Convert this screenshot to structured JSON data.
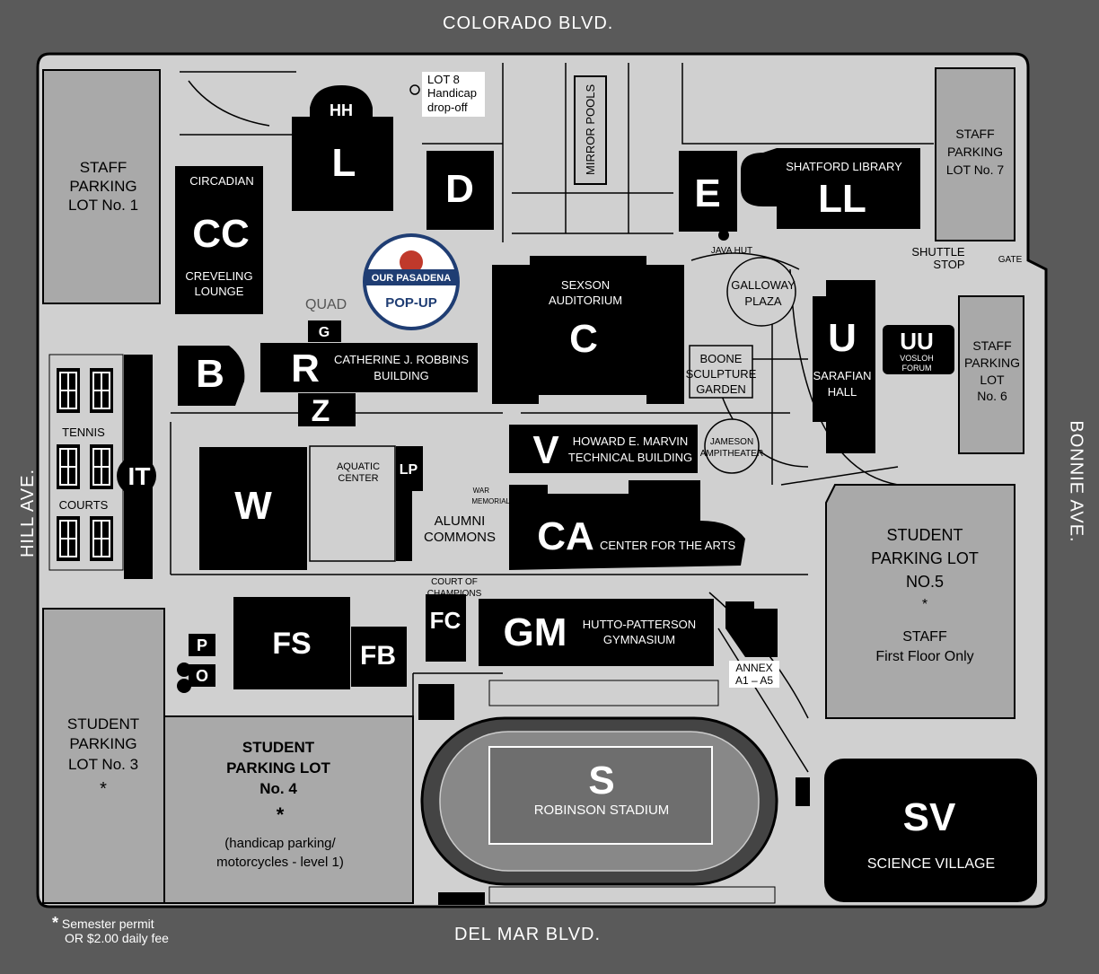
{
  "streets": {
    "north": "COLORADO BLVD.",
    "south": "DEL MAR BLVD.",
    "west": "HILL AVE.",
    "east": "BONNIE AVE."
  },
  "parking": {
    "lot1": [
      "STAFF",
      "PARKING",
      "LOT No. 1"
    ],
    "lot3": [
      "STUDENT",
      "PARKING",
      "LOT No. 3",
      "*"
    ],
    "lot4": [
      "STUDENT",
      "PARKING LOT",
      "No. 4",
      "*",
      "(handicap parking/",
      "motorcycles - level 1)"
    ],
    "lot5": [
      "STUDENT",
      "PARKING LOT",
      "NO.5",
      "*",
      "STAFF",
      "First Floor Only"
    ],
    "lot6": [
      "STAFF",
      "PARKING",
      "LOT",
      "No. 6"
    ],
    "lot7": [
      "STAFF",
      "PARKING",
      "LOT No. 7"
    ],
    "lot8": [
      "LOT 8",
      "Handicap",
      "drop-off"
    ]
  },
  "buildings": {
    "HH": "HH",
    "L": "L",
    "D": "D",
    "E": "E",
    "LL": "LL",
    "LL_name": "SHATFORD LIBRARY",
    "CC": "CC",
    "CC_top": "CIRCADIAN",
    "CC_bottom1": "CREVELING",
    "CC_bottom2": "LOUNGE",
    "C": "C",
    "C_name1": "SEXSON",
    "C_name2": "AUDITORIUM",
    "U": "U",
    "U_name1": "SARAFIAN",
    "U_name2": "HALL",
    "UU": "UU",
    "UU_name1": "VOSLOH",
    "UU_name2": "FORUM",
    "B": "B",
    "R": "R",
    "R_name1": "CATHERINE J. ROBBINS",
    "R_name2": "BUILDING",
    "G": "G",
    "Z": "Z",
    "IT": "IT",
    "V": "V",
    "V_name1": "HOWARD E. MARVIN",
    "V_name2": "TECHNICAL BUILDING",
    "W": "W",
    "LP": "LP",
    "aquatic1": "AQUATIC",
    "aquatic2": "CENTER",
    "CA": "CA",
    "CA_name": "CENTER FOR THE ARTS",
    "FS": "FS",
    "FB": "FB",
    "FC": "FC",
    "GM": "GM",
    "GM_name1": "HUTTO-PATTERSON",
    "GM_name2": "GYMNASIUM",
    "P": "P",
    "O": "O",
    "S": "S",
    "S_name": "ROBINSON STADIUM",
    "SV": "SV",
    "SV_name": "SCIENCE VILLAGE",
    "annex1": "ANNEX",
    "annex2": "A1 – A5"
  },
  "places": {
    "quad": "QUAD",
    "mirror_pools": "MIRROR POOLS",
    "java_hut": "JAVA HUT",
    "shuttle1": "SHUTTLE",
    "shuttle2": "STOP",
    "gate": "GATE",
    "galloway1": "GALLOWAY",
    "galloway2": "PLAZA",
    "boone1": "BOONE",
    "boone2": "SCULPTURE",
    "boone3": "GARDEN",
    "jameson1": "JAMESON",
    "jameson2": "AMPITHEATER",
    "tennis": "TENNIS",
    "courts": "COURTS",
    "war1": "WAR",
    "war2": "MEMORIAL",
    "alumni1": "ALUMNI",
    "alumni2": "COMMONS",
    "court1": "COURT OF",
    "court2": "CHAMPIONS"
  },
  "popup": {
    "top": "OUR PASADENA",
    "bottom": "POP-UP"
  },
  "footnote": {
    "star": "*",
    "line1": "Semester permit",
    "line2": "OR $2.00 daily fee"
  },
  "colors": {
    "background": "#5a5a5a",
    "campus": "#d0d0d0",
    "building": "#000000",
    "parking": "#a9a9a9",
    "popup_blue": "#1f3d73",
    "popup_red": "#c0392b"
  }
}
